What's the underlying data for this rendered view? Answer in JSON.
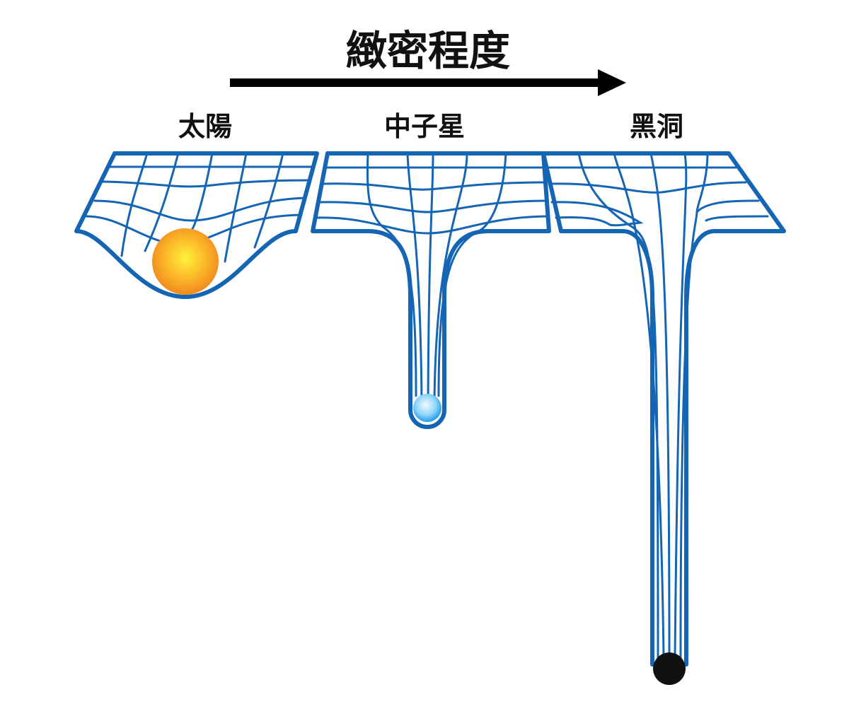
{
  "title": "緻密程度",
  "objects": [
    {
      "label": "太陽"
    },
    {
      "label": "中子星"
    },
    {
      "label": "黑洞"
    }
  ],
  "colors": {
    "grid": "#1565b5",
    "sun_core": "#fff23a",
    "sun_edge": "#f08a1e",
    "neutron_core": "#e6f7ff",
    "neutron_edge": "#2aa7ee",
    "black_hole": "#111111",
    "arrow": "#000000"
  }
}
